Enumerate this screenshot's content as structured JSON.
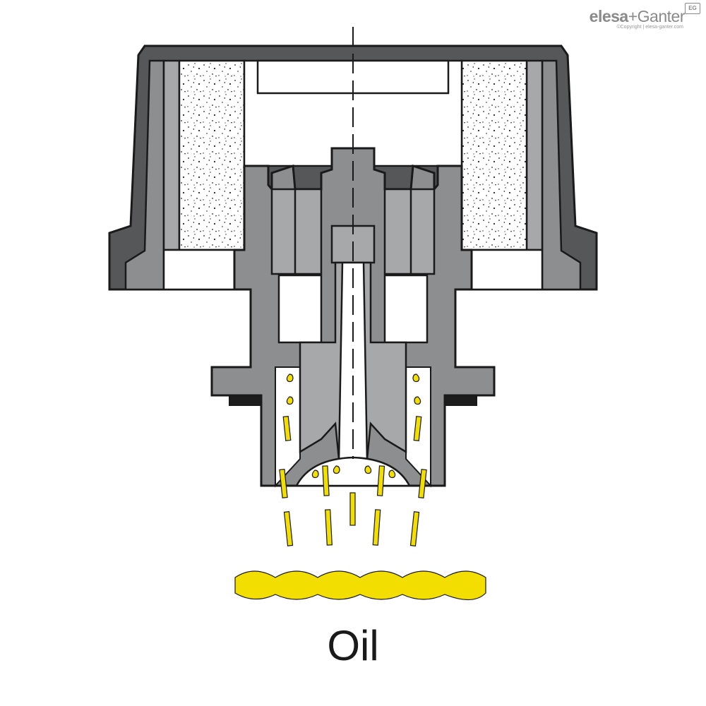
{
  "logo": {
    "brand_main": "elesa",
    "brand_plus": "+",
    "brand_second": "Ganter",
    "copyright": "©Copyright | elesa-ganter.com",
    "badge": "EG"
  },
  "label": {
    "oil": "Oil"
  },
  "colors": {
    "cap_dark": "#555759",
    "body_grey": "#8d8e90",
    "inner_grey": "#a7a8aa",
    "filter_white": "#ffffff",
    "oil_yellow": "#f2de00",
    "gasket_black": "#1c1c1c"
  },
  "icons": {
    "filter_media": "speckled-foam-icon",
    "oil_drop": "oil-drop-icon"
  }
}
